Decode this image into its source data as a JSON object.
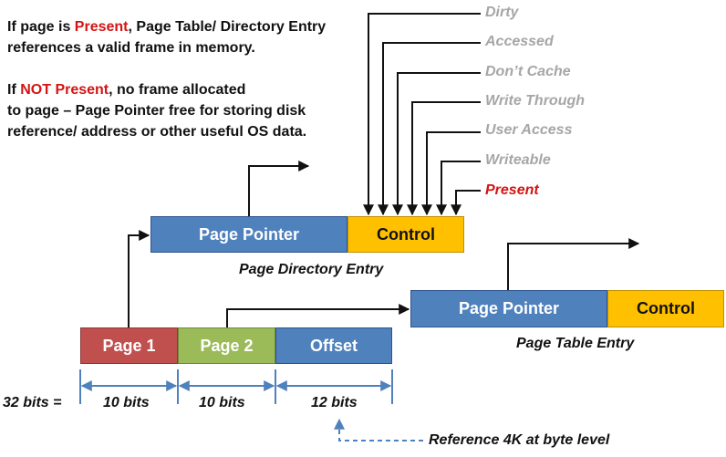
{
  "intro": {
    "line1_a": "If page is ",
    "line1_b": "Present",
    "line1_c": ", Page Table/ Directory Entry",
    "line2": "references a valid frame in memory.",
    "line3_a": "If ",
    "line3_b": "NOT Present",
    "line3_c": ", no frame allocated",
    "line4": "to page – Page Pointer free for storing disk",
    "line5": "reference/ address or other useful OS data."
  },
  "flags": [
    "Dirty",
    "Accessed",
    "Don’t Cache",
    "Write Through",
    "User Access",
    "Writeable",
    "Present"
  ],
  "directory_entry": {
    "pointer": "Page Pointer",
    "control": "Control",
    "caption": "Page Directory Entry"
  },
  "table_entry": {
    "pointer": "Page Pointer",
    "control": "Control",
    "caption": "Page Table Entry"
  },
  "address": {
    "page1": "Page 1",
    "page2": "Page 2",
    "offset": "Offset",
    "total": "32 bits =",
    "bits": [
      "10 bits",
      "10 bits",
      "12 bits"
    ],
    "reference": "Reference 4K at byte level"
  },
  "colors": {
    "blue": "#4f81bd",
    "gold": "#ffc000",
    "red": "#c0504d",
    "green": "#9bbb59",
    "present": "#d41414",
    "flag_grey": "#a6a6a6",
    "dash_blue": "#4f81bd"
  }
}
